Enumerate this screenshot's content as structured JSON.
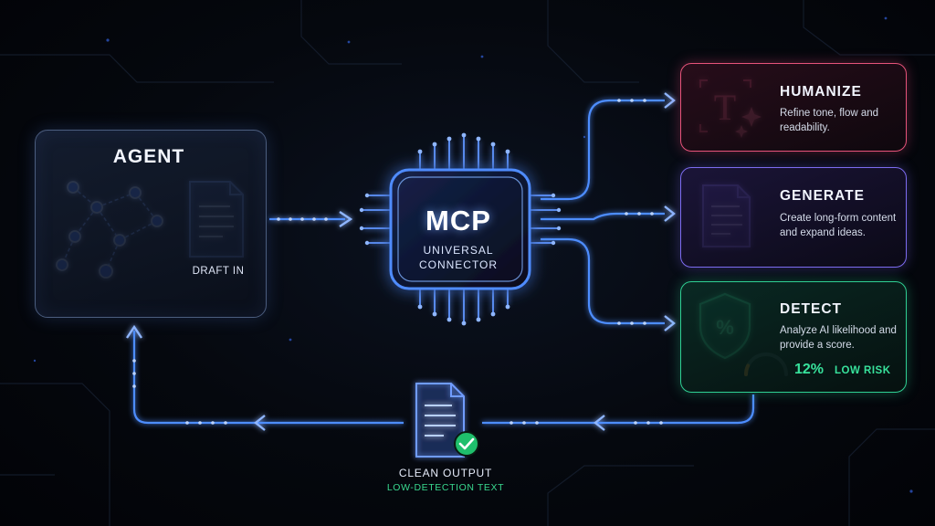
{
  "agent": {
    "title": "AGENT",
    "draft_label": "DRAFT IN"
  },
  "hub": {
    "title": "MCP",
    "subtitle_line1": "UNIVERSAL",
    "subtitle_line2": "CONNECTOR"
  },
  "cards": [
    {
      "title": "HUMANIZE",
      "description": "Refine tone, flow and readability.",
      "color": "#e6537a",
      "icon": "typography-sparkle-icon"
    },
    {
      "title": "GENERATE",
      "description": "Create long-form content and expand ideas.",
      "color": "#7d6cf0",
      "icon": "document-icon"
    },
    {
      "title": "DETECT",
      "description": "Analyze AI likelihood and provide a score.",
      "color": "#2fcf93",
      "icon": "shield-percent-icon"
    }
  ],
  "detect_result": {
    "score": "12%",
    "risk_label": "LOW RISK",
    "score_fraction": 0.12
  },
  "output": {
    "label": "CLEAN OUTPUT",
    "sublabel": "LOW-DETECTION TEXT"
  },
  "colors": {
    "flow": "#4d8dff",
    "humanize": "#e6537a",
    "generate": "#7d6cf0",
    "detect": "#2fcf93"
  }
}
